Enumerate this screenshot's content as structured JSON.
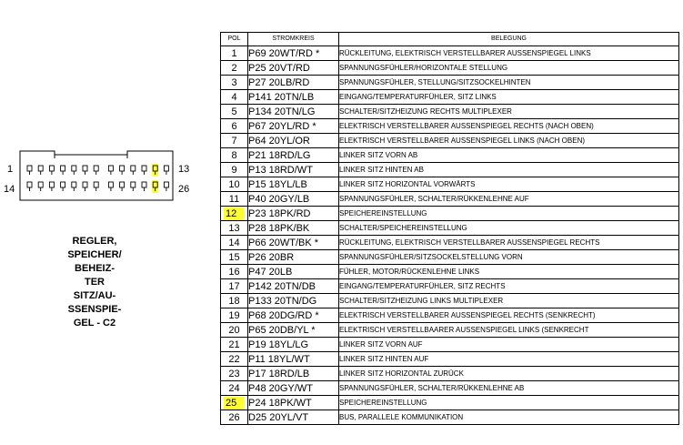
{
  "connector": {
    "left_pins": [
      "1",
      "14"
    ],
    "right_pins": [
      "13",
      "26"
    ],
    "caption_lines": [
      "REGLER,",
      "SPEICHER/",
      "BEHEIZ-",
      "TER",
      "SITZ/AU-",
      "SSENSPIE-",
      "GEL - C2"
    ],
    "highlight_color": "#ffff33",
    "highlighted_pins": [
      "12",
      "25"
    ]
  },
  "table": {
    "headers": [
      "POL",
      "STROMKREIS",
      "BELEGUNG"
    ],
    "rows": [
      {
        "pol": "1",
        "circuit": "P69 20WT/RD *",
        "function": "RÜCKLEITUNG, ELEKTRISCH VERSTELLBARER AUSSENSPIEGEL LINKS"
      },
      {
        "pol": "2",
        "circuit": "P25 20VT/RD",
        "function": "SPANNUNGSFÜHLER/HORIZONTALE STELLUNG"
      },
      {
        "pol": "3",
        "circuit": "P27 20LB/RD",
        "function": "SPANNUNGSFÜHLER, STELLUNG/SITZSOCKELHINTEN"
      },
      {
        "pol": "4",
        "circuit": "P141 20TN/LB",
        "function": "EINGANG/TEMPERATURFÜHLER, SITZ LINKS"
      },
      {
        "pol": "5",
        "circuit": "P134 20TN/LG",
        "function": "SCHALTER/SITZHEIZUNG RECHTS MULTIPLEXER"
      },
      {
        "pol": "6",
        "circuit": "P67 20YL/RD *",
        "function": "ELEKTRISCH VERSTELLBARER AUSSENSPIEGEL RECHTS (NACH OBEN)"
      },
      {
        "pol": "7",
        "circuit": "P64 20YL/OR",
        "function": "ELEKTRISCH VERSTELLBARER AUSSENSPIEGEL LINKS (NACH OBEN)"
      },
      {
        "pol": "8",
        "circuit": "P21 18RD/LG",
        "function": "LINKER SITZ VORN AB"
      },
      {
        "pol": "9",
        "circuit": "P13 18RD/WT",
        "function": "LINKER SITZ HINTEN AB"
      },
      {
        "pol": "10",
        "circuit": "P15 18YL/LB",
        "function": "LINKER SITZ HORIZONTAL VORWÄRTS"
      },
      {
        "pol": "11",
        "circuit": "P40 20GY/LB",
        "function": "SPANNUNGSFÜHLER, SCHALTER/RÜKKENLEHNE AUF"
      },
      {
        "pol": "12",
        "circuit": "P23 18PK/RD",
        "function": "SPEICHEREINSTELLUNG",
        "highlight": true
      },
      {
        "pol": "13",
        "circuit": "P28 18PK/BK",
        "function": "SCHALTER/SPEICHEREINSTELLUNG"
      },
      {
        "pol": "14",
        "circuit": "P66 20WT/BK *",
        "function": "RÜCKLEITUNG, ELEKTRISCH VERSTELLBARER AUSSENSPIEGEL RECHTS"
      },
      {
        "pol": "15",
        "circuit": "P26 20BR",
        "function": "SPANNUNGSFÜHLER/SITZSOCKELSTELLUNG VORN"
      },
      {
        "pol": "16",
        "circuit": "P47 20LB",
        "function": "FÜHLER, MOTOR/RÜCKENLEHNE LINKS"
      },
      {
        "pol": "17",
        "circuit": "P142 20TN/DB",
        "function": "EINGANG/TEMPERATURFÜHLER, SITZ RECHTS"
      },
      {
        "pol": "18",
        "circuit": "P133 20TN/DG",
        "function": "SCHALTER/SITZHEIZUNG LINKS MULTIPLEXER"
      },
      {
        "pol": "19",
        "circuit": "P68 20DG/RD *",
        "function": "ELEKTRISCH VERSTELLBARER AUSSENSPIEGEL RECHTS (SENKRECHT)"
      },
      {
        "pol": "20",
        "circuit": "P65 20DB/YL *",
        "function": "ELEKTRISCH VERSTELLBAARER AUSSENSPIEGEL LINKS (SENKRECHT"
      },
      {
        "pol": "21",
        "circuit": "P19 18YL/LG",
        "function": "LINKER SITZ VORN AUF"
      },
      {
        "pol": "22",
        "circuit": "P11 18YL/WT",
        "function": "LINKER SITZ HINTEN AUF"
      },
      {
        "pol": "23",
        "circuit": "P17 18RD/LB",
        "function": "LINKER SITZ HORIZONTAL ZURÜCK"
      },
      {
        "pol": "24",
        "circuit": "P48 20GY/WT",
        "function": "SPANNUNGSFÜHLER, SCHALTER/RÜKKENLEHNE AB"
      },
      {
        "pol": "25",
        "circuit": "P24 18PK/WT",
        "function": "SPEICHEREINSTELLUNG",
        "highlight": true
      },
      {
        "pol": "26",
        "circuit": "D25 20YL/VT",
        "function": "BUS, PARALLELE KOMMUNIKATION"
      }
    ]
  }
}
